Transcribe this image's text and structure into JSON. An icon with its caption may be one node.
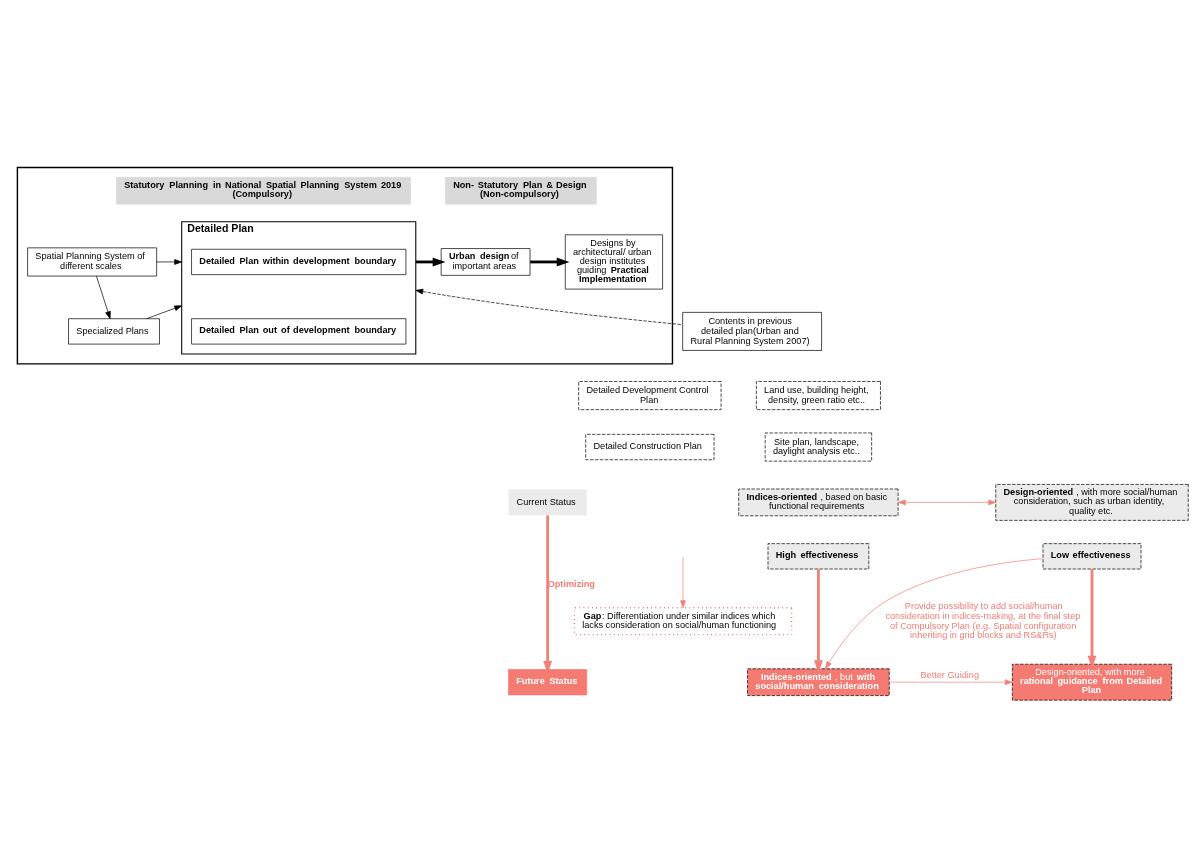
{
  "diagram": {
    "nodes": [
      {
        "text": [],
        "shape": "box"
      },
      {
        "text": [
          "Statutory Planning in National Spatial Planning System 2019 (Compulsory)"
        ],
        "in": 0
      },
      {
        "text": [
          "Non- Statutory Plan & Design (Non-compulsory)"
        ],
        "in": 0
      },
      {
        "text": [
          "Spatial Planning System of different scales"
        ],
        "in": 0
      },
      {
        "text": [
          "Specialized Plans"
        ],
        "in": 0
      },
      {
        "text": [
          "Detailed Plan"
        ],
        "in": 0
      },
      {
        "text": [
          "Detailed Plan within development boundary"
        ],
        "in": 5
      },
      {
        "text": [
          "Detailed Plan out of development boundary"
        ],
        "in": 5
      },
      {
        "text": [
          "**Urban design** of important areas"
        ],
        "in": 0
      },
      {
        "text": [
          "Designs by architectural/ urban design institutes guiding **Practical Implementation**"
        ],
        "in": 0
      },
      {
        "text": [
          "Contents in previous detailed plan(Urban and Rural Planning System 2007)"
        ]
      },
      {
        "text": [
          "Detailed Development Control Plan"
        ]
      },
      {
        "text": [
          "Land use, building height, density, green ratio etc.."
        ]
      },
      {
        "text": [
          "Detailed Construction Plan"
        ]
      },
      {
        "text": [
          "Site plan, landscape, daylight analysis etc.."
        ]
      },
      {
        "text": [
          "Current Status"
        ]
      },
      {
        "text": [
          "**Indices-oriented**, based on basic functional requirements"
        ]
      },
      {
        "text": [
          "**Design-oriented**, with more social/human consideration, such as urban identity, quality etc."
        ]
      },
      {
        "text": [
          "High effectiveness"
        ]
      },
      {
        "text": [
          "Low effectiveness"
        ]
      },
      {
        "text": [
          "**Gap**: Differentiation under similar indices which lacks consideration on social/human functioning"
        ]
      },
      {
        "text": [
          "Future Status"
        ]
      },
      {
        "text": [
          "**Indices-oriented**, but **with social/human consideration**"
        ]
      },
      {
        "text": [
          "Design-oriented, with more **rational guidance from Detailed Plan**"
        ]
      }
    ],
    "edges": [
      {
        "from": 3,
        "to": 5,
        "arrow": "to",
        "color": "#000000"
      },
      {
        "from": 3,
        "to": 4,
        "arrow": "to",
        "color": "#000000"
      },
      {
        "from": 4,
        "to": 5,
        "arrow": "to",
        "color": "#000000"
      },
      {
        "from": 5,
        "to": 8,
        "arrow": "to",
        "style": "thick",
        "color": "#000000"
      },
      {
        "from": 8,
        "to": 9,
        "arrow": "to",
        "style": "thick",
        "color": "#000000"
      },
      {
        "from": 10,
        "to": 5,
        "arrow": "to",
        "style": "dashed",
        "color": "#000000"
      },
      {
        "from": 16,
        "to": 17,
        "arrow": "both",
        "color": "#f08078"
      },
      {
        "from": null,
        "to": 20,
        "arrow": "to",
        "color": "#f08078"
      },
      {
        "from": 15,
        "to": 21,
        "arrow": "to",
        "label": "Optimizing",
        "style": "thick",
        "color": "#f08078"
      },
      {
        "from": 18,
        "to": 22,
        "arrow": "to",
        "style": "thick",
        "color": "#f08078"
      },
      {
        "from": 19,
        "to": 23,
        "arrow": "to",
        "style": "thick",
        "color": "#f08078"
      },
      {
        "from": 19,
        "to": 22,
        "arrow": "to",
        "label": "Provide possibility to add social/human consideration in indices-making, at the final step of Compulsory Plan (e.g. Spatial configuration inheriting in grid blocks and RS&Rs)",
        "color": "#f08078"
      },
      {
        "from": 22,
        "to": 23,
        "arrow": "to",
        "label": "Better Guiding",
        "color": "#f08078"
      }
    ]
  }
}
